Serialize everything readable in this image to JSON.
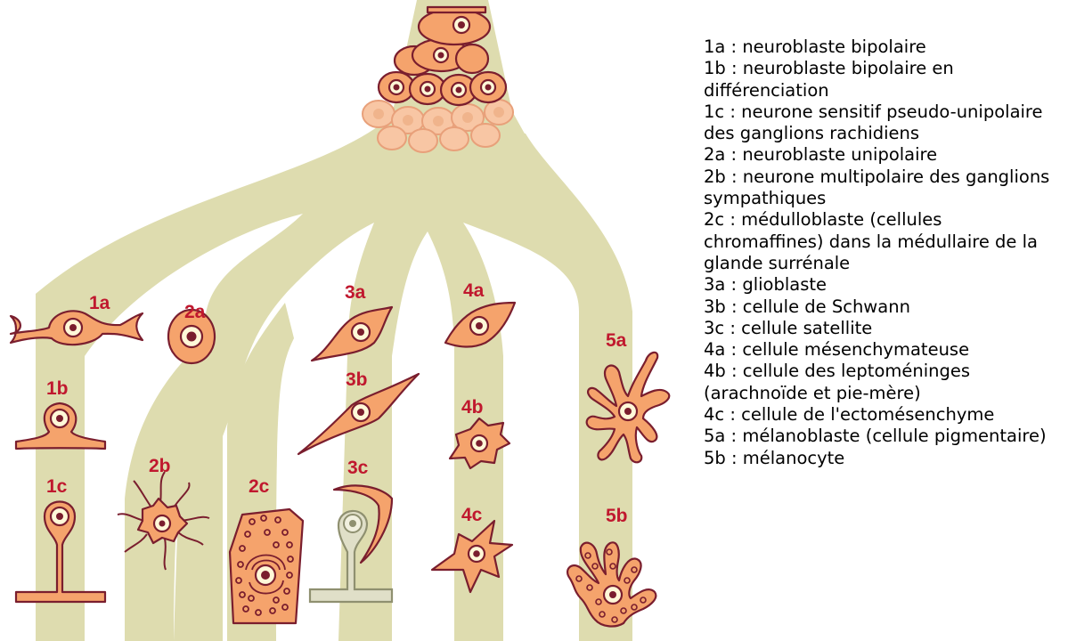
{
  "labels": {
    "1a": "1a",
    "1b": "1b",
    "1c": "1c",
    "2a": "2a",
    "2b": "2b",
    "2c": "2c",
    "3a": "3a",
    "3b": "3b",
    "3c": "3c",
    "4a": "4a",
    "4b": "4b",
    "4c": "4c",
    "5a": "5a",
    "5b": "5b"
  },
  "legend": [
    "1a : neuroblaste bipolaire",
    "1b : neuroblaste bipolaire en différenciation",
    "1c : neurone sensitif pseudo-unipolaire des ganglions rachidiens",
    "2a : neuroblaste unipolaire",
    "2b : neurone multipolaire des ganglions sympathiques",
    "2c : médulloblaste (cellules chromaffines) dans la médullaire de la glande surrénale",
    "3a : glioblaste",
    "3b : cellule de Schwann",
    "3c : cellule satellite",
    "4a : cellule mésenchymateuse",
    "4b : cellule des leptoméninges (arachnoïde et pie-mère)",
    "4c : cellule de l'ectomésenchyme",
    "5a : mélanoblaste (cellule pigmentaire)",
    "5b : mélanocyte"
  ],
  "colors": {
    "stem": "#dedcaf",
    "cell": "#f5a36c",
    "cell_outline": "#7a1e2e",
    "nucleus": "#fff8d8",
    "label": "#c0182e"
  }
}
